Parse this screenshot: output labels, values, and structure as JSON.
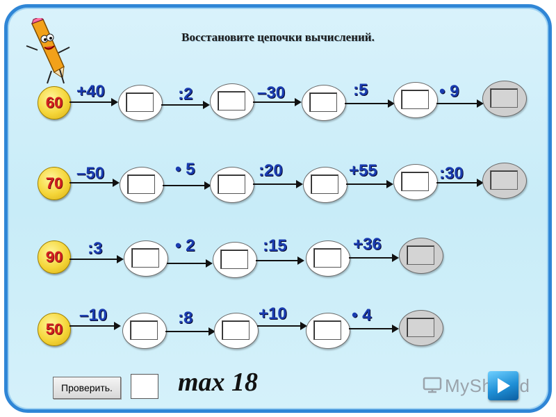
{
  "title": "Восстановите цепочки вычислений.",
  "chains": [
    {
      "start": "60",
      "ops": [
        "+40",
        ":2",
        "–30",
        ":5",
        "• 9"
      ]
    },
    {
      "start": "70",
      "ops": [
        "–50",
        "• 5",
        ":20",
        "+55",
        ":30"
      ]
    },
    {
      "start": "90",
      "ops": [
        ":3",
        "• 2",
        ":15",
        "+36"
      ]
    },
    {
      "start": "50",
      "ops": [
        "–10",
        ":8",
        "+10",
        "• 4"
      ]
    }
  ],
  "footer": {
    "check_label": "Проверить.",
    "max_label": "max 18",
    "watermark": "MyShared"
  },
  "icons": {
    "mascot": "pencil-mascot-icon",
    "next": "next-arrow-icon",
    "watermark": "myshared-logo-icon"
  },
  "colors": {
    "frame": "#2f86d6",
    "background": "#d3f0fa",
    "operation_text": "#1a3cb0",
    "start_number": "#d42020",
    "start_circle": "#f5d63a"
  }
}
